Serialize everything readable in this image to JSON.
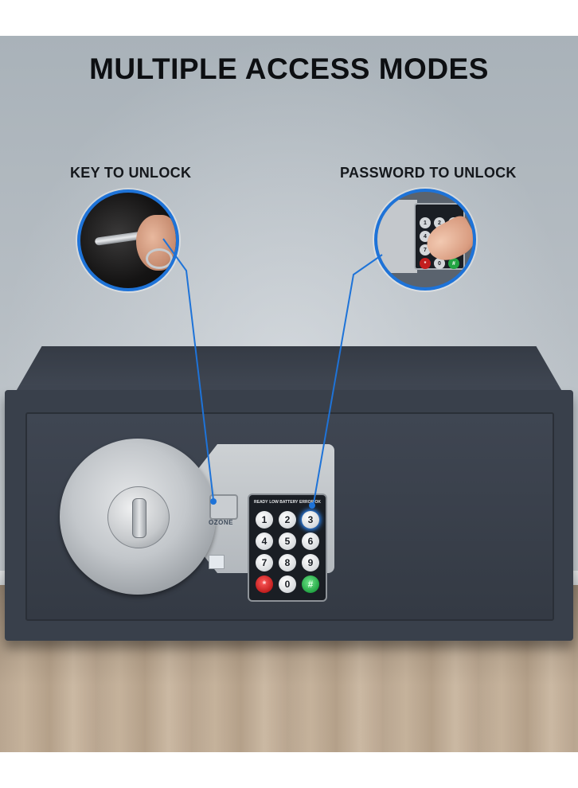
{
  "headline": "MULTIPLE ACCESS MODES",
  "callouts": {
    "key": {
      "label": "KEY TO UNLOCK",
      "icon": "key-icon"
    },
    "password": {
      "label": "PASSWORD TO UNLOCK",
      "icon": "keypad-icon"
    }
  },
  "safe": {
    "brand": "OZONE",
    "keypad_labels": [
      "READY",
      "LOW BATTERY",
      "ERROR/OK"
    ],
    "keys": [
      "1",
      "2",
      "3",
      "4",
      "5",
      "6",
      "7",
      "8",
      "9",
      "*",
      "0",
      "#"
    ]
  },
  "colors": {
    "accent_line": "#1e73d8",
    "safe_body": "#39404b",
    "wall": "#b7bec4",
    "floor": "#b5a18a",
    "key_star": "#c21e1e",
    "key_hash": "#22a443"
  }
}
